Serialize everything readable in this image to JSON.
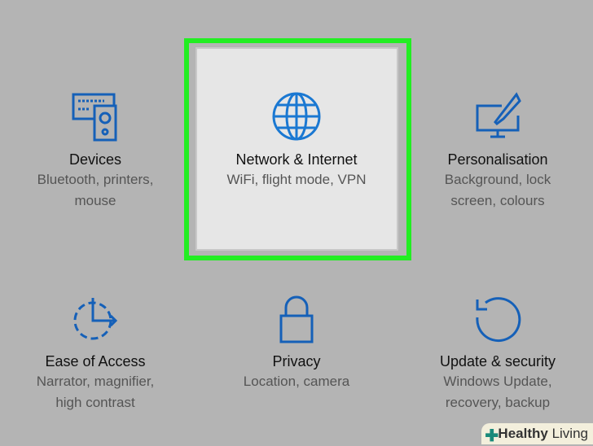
{
  "tiles": [
    {
      "title": "Devices",
      "sub1": "Bluetooth, printers,",
      "sub2": "mouse"
    },
    {
      "title": "Network & Internet",
      "sub1": "WiFi, flight mode, VPN",
      "sub2": ""
    },
    {
      "title": "Personalisation",
      "sub1": "Background, lock",
      "sub2": "screen, colours"
    },
    {
      "title": "Ease of Access",
      "sub1": "Narrator, magnifier,",
      "sub2": "high contrast"
    },
    {
      "title": "Privacy",
      "sub1": "Location, camera",
      "sub2": ""
    },
    {
      "title": "Update & security",
      "sub1": "Windows Update,",
      "sub2": "recovery, backup"
    }
  ],
  "watermark": {
    "bold": "Healthy",
    "light": "Living"
  },
  "colors": {
    "icon": "#1560b8",
    "highlight": "#22ee22"
  }
}
